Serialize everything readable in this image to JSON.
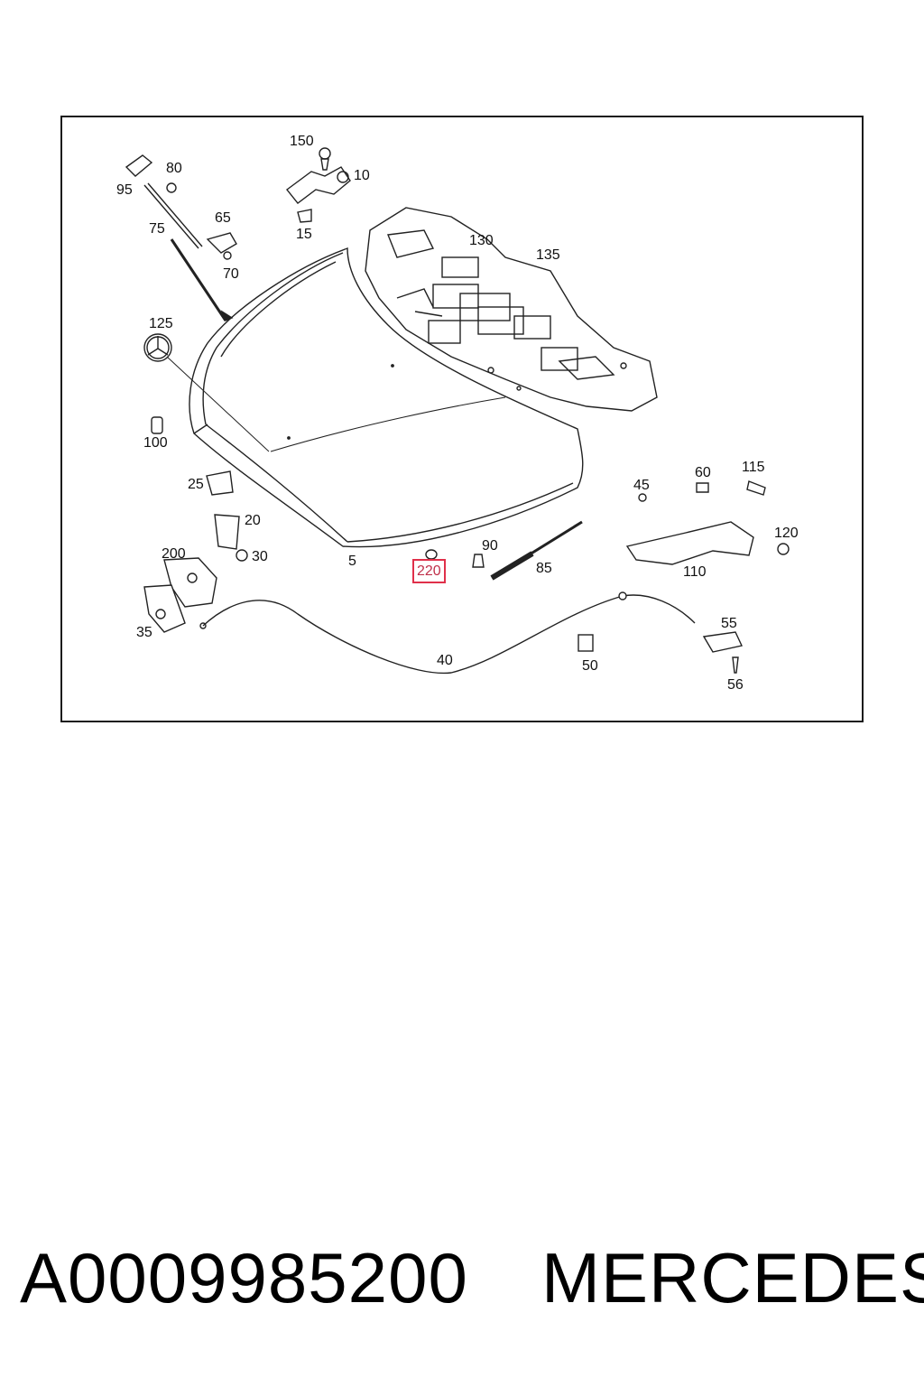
{
  "diagram": {
    "callouts": {
      "c150": "150",
      "c10": "10",
      "c15": "15",
      "c80": "80",
      "c95": "95",
      "c75": "75",
      "c65": "65",
      "c70": "70",
      "c130": "130",
      "c135": "135",
      "c125": "125",
      "c100": "100",
      "c25": "25",
      "c20": "20",
      "c200": "200",
      "c30": "30",
      "c5": "5",
      "c220": "220",
      "c90": "90",
      "c85": "85",
      "c45": "45",
      "c60": "60",
      "c115": "115",
      "c120": "120",
      "c110": "110",
      "c35": "35",
      "c40": "40",
      "c50": "50",
      "c55": "55",
      "c56": "56"
    },
    "highlighted_part": "220",
    "highlight_color": "#e0304a"
  },
  "footer": {
    "part_number": "A0009985200",
    "brand": "MERCEDES"
  }
}
